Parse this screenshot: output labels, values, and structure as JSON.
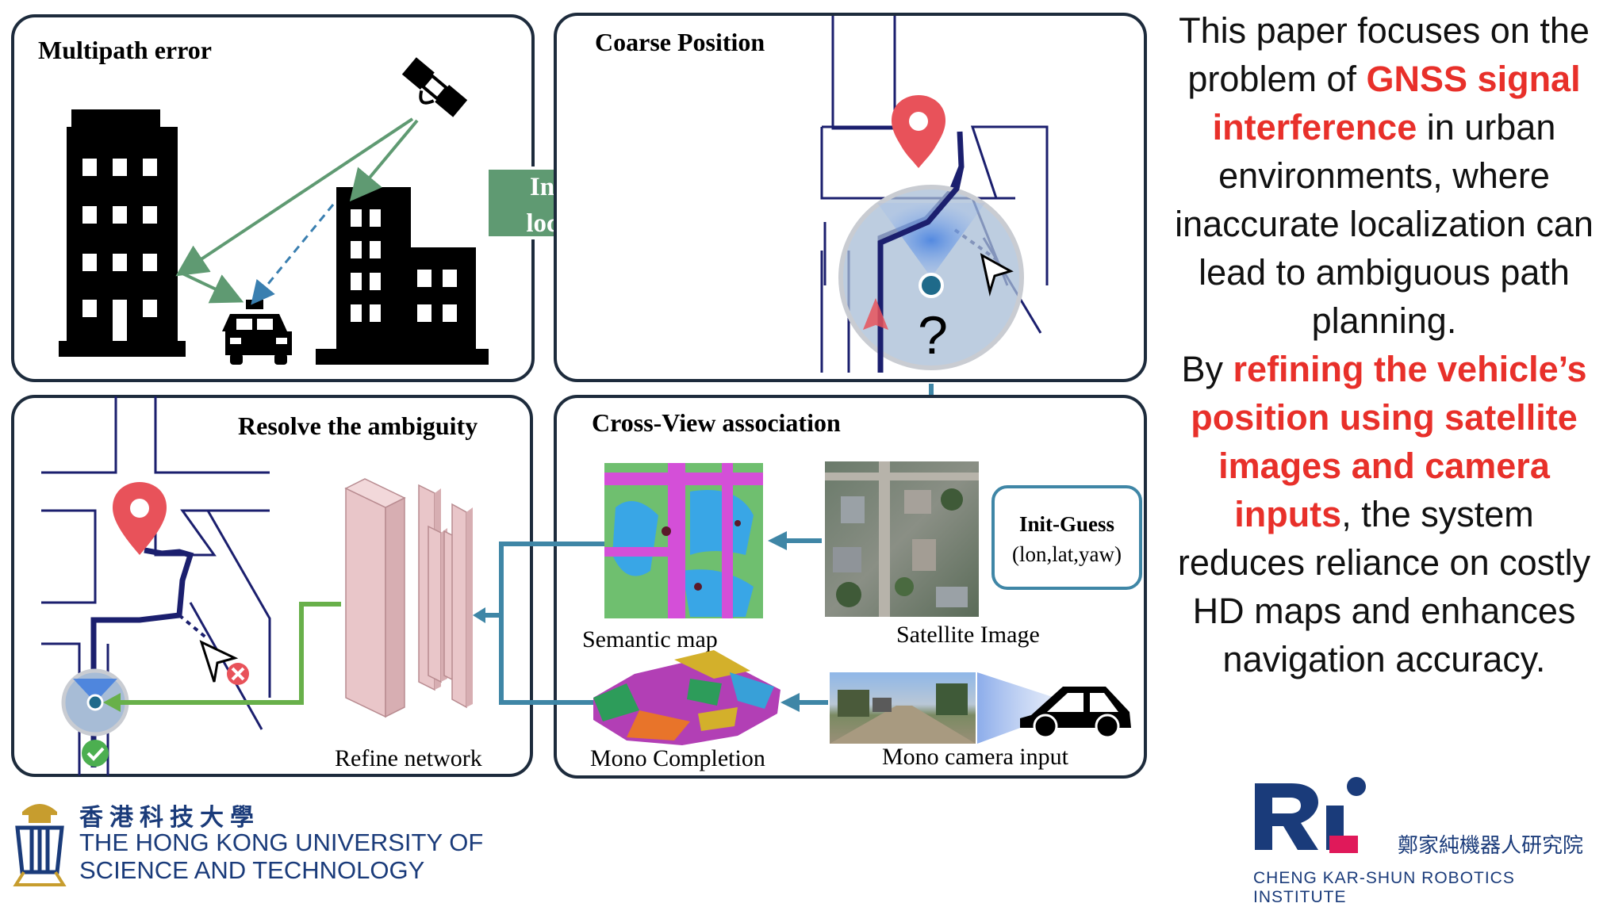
{
  "panels": {
    "multipath": {
      "title": "Multipath error"
    },
    "coarse": {
      "title": "Coarse Position",
      "question_mark": "?"
    },
    "resolve": {
      "title": "Resolve the ambiguity",
      "network_label": "Refine network"
    },
    "crossview": {
      "title": "Cross-View association",
      "init_guess_title": "Init-Guess",
      "init_guess_params": "(lon,lat,yaw)",
      "semantic_map_label": "Semantic map",
      "satellite_label": "Satellite Image",
      "mono_completion_label": "Mono Completion",
      "mono_camera_label": "Mono camera input"
    }
  },
  "big_arrow": {
    "line1": "Inaccurate",
    "line2": "localization"
  },
  "side_text": {
    "p1_a": "This paper focuses on the problem of ",
    "p1_red": "GNSS signal interference",
    "p1_b": " in urban environments, where inaccurate localization can lead to ambiguous path planning.",
    "p2_a": "By ",
    "p2_red": "refining the vehicle’s position using satellite images and camera inputs",
    "p2_b": ", the system reduces reliance on costly HD maps and enhances navigation accuracy."
  },
  "logos": {
    "hkust_cn": "香港科技大學",
    "hkust_en1": "THE HONG KONG UNIVERSITY OF",
    "hkust_en2": "SCIENCE AND TECHNOLOGY",
    "ri_mark": "Ri",
    "ri_cn": "鄭家純機器人研究院",
    "ri_en": "CHENG KAR-SHUN ROBOTICS INSTITUTE"
  },
  "colors": {
    "panel_border": "#1d2b3c",
    "arrow_green": "#5f9a72",
    "flow_blue": "#3f86a6",
    "road_navy": "#1b1f6e",
    "pin_red": "#e8525a",
    "highlight_red": "#e8302a",
    "logo_blue": "#1a3b7a",
    "ri_magenta": "#e0195a"
  }
}
